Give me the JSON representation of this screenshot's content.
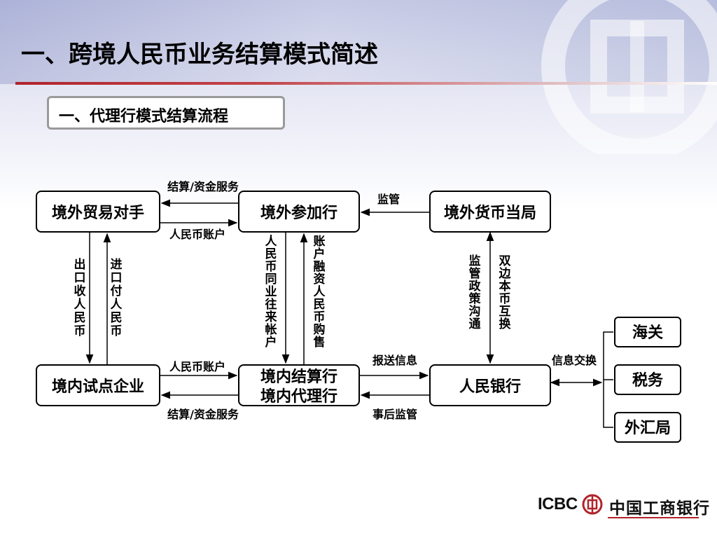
{
  "title": "一、跨境人民币业务结算模式简述",
  "subtitle": "一、代理行模式结算流程",
  "logo": {
    "icbc": "ICBC",
    "bank_name": "中国工商银行"
  },
  "nodes": {
    "foreign_trade_partner": "境外贸易对手",
    "foreign_participating_bank": "境外参加行",
    "foreign_currency_authority": "境外货币当局",
    "domestic_pilot_enterprise": "境内试点企业",
    "domestic_settlement_bank_1": "境内结算行",
    "domestic_settlement_bank_2": "境内代理行",
    "pboc": "人民银行",
    "customs": "海关",
    "tax": "税务",
    "forex_bureau": "外汇局"
  },
  "labels": {
    "top_settlement_service": "结算/资金服务",
    "top_rmb_account": "人民币账户",
    "top_supervision": "监管",
    "export_rmb_receipt": "出口收人民币",
    "import_rmb_payment": "进口付人民币",
    "rmb_interbank_account": "人民币同业往来帐户",
    "account_financing_trading": "账户融资人民币购售",
    "supervision_policy_communication": "监管政策沟通",
    "bilateral_currency_swap": "双边本币互换",
    "bottom_rmb_account": "人民币账户",
    "bottom_settlement_service": "结算/资金服务",
    "report_info": "报送信息",
    "post_supervision": "事后监管",
    "info_exchange": "信息交换"
  },
  "colors": {
    "accent_red": "#b0242b",
    "line": "#000000",
    "box_border": "#000000"
  }
}
